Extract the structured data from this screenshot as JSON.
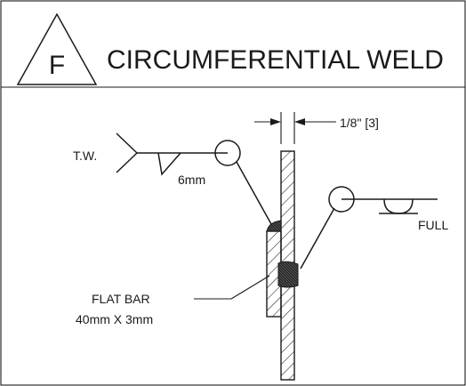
{
  "detail": {
    "letter": "F",
    "title": "CIRCUMFERENTIAL WELD"
  },
  "labels": {
    "gap": "1/8\" [3]",
    "tail": "T.W.",
    "fillet_size": "6mm",
    "groove": "FULL",
    "flat_bar_line1": "FLAT BAR",
    "flat_bar_line2": "40mm X 3mm"
  }
}
